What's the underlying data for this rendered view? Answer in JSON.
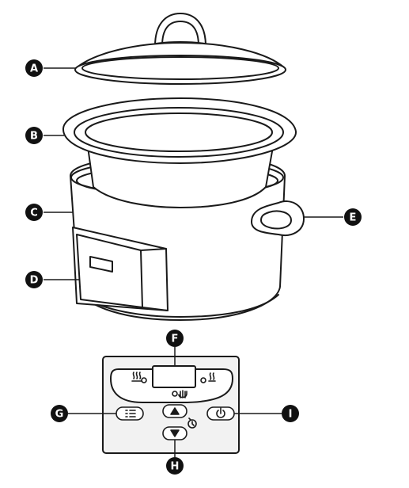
{
  "diagram": {
    "callouts": [
      {
        "id": "A",
        "label": "A"
      },
      {
        "id": "B",
        "label": "B"
      },
      {
        "id": "C",
        "label": "C"
      },
      {
        "id": "D",
        "label": "D"
      },
      {
        "id": "E",
        "label": "E"
      },
      {
        "id": "F",
        "label": "F"
      },
      {
        "id": "G",
        "label": "G"
      },
      {
        "id": "H",
        "label": "H"
      },
      {
        "id": "I",
        "label": "I"
      }
    ],
    "icons": {
      "heat_high": "heat-high-icon",
      "heat_low": "heat-low-icon",
      "keep_warm": "keep-warm-icon",
      "menu": "menu-icon",
      "up": "arrow-up-icon",
      "down": "arrow-down-icon",
      "timer": "timer-icon",
      "power": "power-icon"
    },
    "colors": {
      "line": "#1a1a1a",
      "callout_fill": "#111111",
      "callout_text": "#ffffff",
      "panel_fill": "#f2f2f2"
    }
  }
}
